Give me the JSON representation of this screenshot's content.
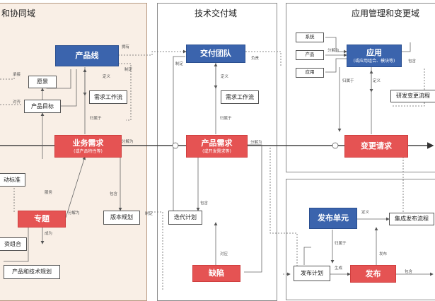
{
  "panels": {
    "left_title": "和协同域",
    "mid_title": "技术交付域",
    "right_title": "应用管理和变更域"
  },
  "nodes": {
    "product_line": "产品线",
    "vision": "愿景",
    "product_goal": "产品目标",
    "req_workflow_left": "需求工作流",
    "biz_req": "业务需求",
    "biz_req_sub": "(或产品特性等)",
    "std_partial": "动标准",
    "topic": "专题",
    "version_plan": "版本规划",
    "invest_partial": "资组合",
    "prod_tech_plan": "产品和技术规划",
    "tech_team": "交付团队",
    "req_workflow_mid": "需求工作流",
    "product_req": "产品需求",
    "product_req_sub": "(或开发需求等)",
    "iteration_plan": "迭代计划",
    "defect": "缺陷",
    "system": "系统",
    "product": "产品",
    "app_small": "应用",
    "application": "应用",
    "application_sub": "(或应用组合、模块等)",
    "dev_change_flow": "研发变更流程",
    "change_request": "变更请求",
    "release_unit": "发布单元",
    "integrated_release_flow": "集成发布流程",
    "release_plan": "发布计划",
    "release": "发布"
  },
  "labels": {
    "owns": "拥有",
    "formulate_1": "制定",
    "support": "承接",
    "align": "对齐",
    "define_1": "定义",
    "belongs_1": "归属于",
    "split_into_1": "分解为",
    "service": "服务",
    "split_into_2": "分解为",
    "become": "成为",
    "contains_1": "包含",
    "formulate_2": "制定",
    "responsible": "负责",
    "formulate_3": "制定",
    "define_2": "定义",
    "belongs_2": "归属于",
    "split_into_3": "分解为",
    "contains_2": "包含",
    "fix": "对应",
    "split_into_4": "分解为",
    "belongs_3": "归属于",
    "contains_3": "包含",
    "define_3": "定义",
    "belongs_4": "归属于",
    "generate": "生成",
    "publish": "发布",
    "contains_4": "包含",
    "define_4": "定义"
  },
  "colors": {
    "blue_node": "#3b64ad",
    "red_node": "#e55353",
    "left_panel_bg": "#f9efe6"
  }
}
